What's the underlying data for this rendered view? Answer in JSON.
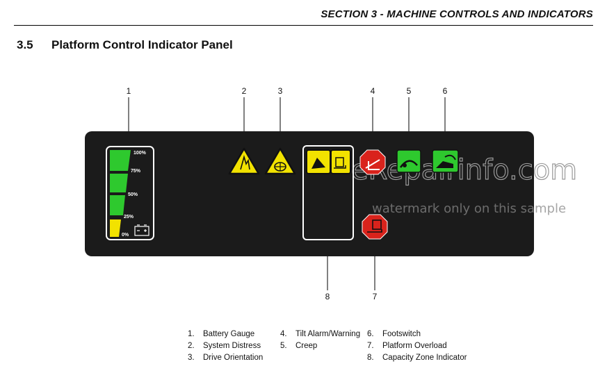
{
  "header": {
    "section": "SECTION 3 - MACHINE CONTROLS AND INDICATORS"
  },
  "section": {
    "number": "3.5",
    "title": "Platform Control Indicator Panel"
  },
  "callouts": {
    "n1": "1",
    "n2": "2",
    "n3": "3",
    "n4": "4",
    "n5": "5",
    "n6": "6",
    "n7": "7",
    "n8": "8"
  },
  "battery_gauge": {
    "labels": [
      "100%",
      "75%",
      "50%",
      "25%",
      "0%"
    ]
  },
  "watermark": {
    "main": "eRepairinfo.com",
    "sub": "watermark only on this sample"
  },
  "legend": {
    "col1": [
      {
        "num": "1.",
        "label": "Battery Gauge"
      },
      {
        "num": "2.",
        "label": "System Distress"
      },
      {
        "num": "3.",
        "label": "Drive Orientation"
      }
    ],
    "col2": [
      {
        "num": "4.",
        "label": "Tilt Alarm/Warning"
      },
      {
        "num": "5.",
        "label": "Creep"
      }
    ],
    "col3": [
      {
        "num": "6.",
        "label": "Footswitch"
      },
      {
        "num": "7.",
        "label": "Platform Overload"
      },
      {
        "num": "8.",
        "label": "Capacity Zone Indicator"
      }
    ]
  },
  "colors": {
    "panel": "#1b1b1b",
    "green": "#2ec92e",
    "yellow": "#f2e200",
    "red": "#d9231c"
  }
}
